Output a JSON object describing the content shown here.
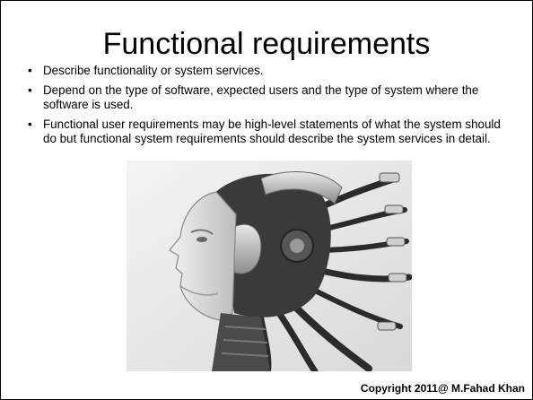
{
  "slide": {
    "title": "Functional requirements",
    "bullets": [
      "Describe functionality or system services.",
      "Depend on the type of software, expected users and the type of system where the software is used.",
      "Functional user requirements may be high-level statements of what the system should do but functional system requirements should describe the system services in detail."
    ],
    "bullet_marker": "•",
    "image_icon": "robot-head-illustration",
    "footer": "Copyright  2011@ M.Fahad Khan"
  }
}
